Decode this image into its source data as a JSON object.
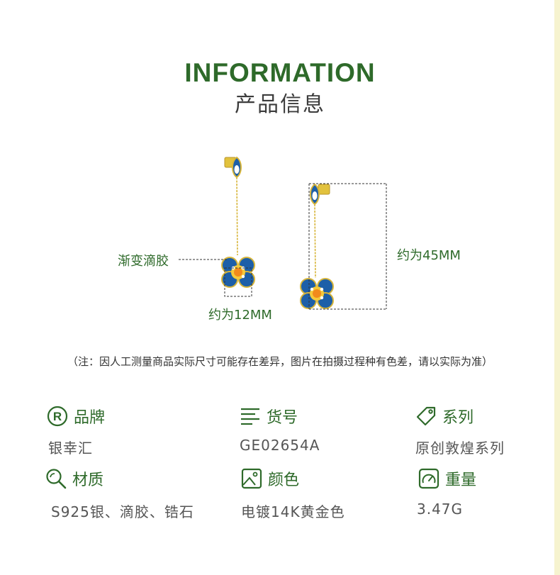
{
  "header": {
    "title_en": "INFORMATION",
    "title_cn": "产品信息"
  },
  "diagram": {
    "enamel_label": "渐变滴胶",
    "flower_size": "约为12MM",
    "length": "约为45MM"
  },
  "note": "（注：因人工测量商品实际尺寸可能存在差异，图片在拍摄过程种有色差，请以实际为准）",
  "specs": [
    {
      "key": "品牌",
      "value": "银幸汇",
      "icon": "registered-icon"
    },
    {
      "key": "货号",
      "value": "GE02654A",
      "icon": "list-lines-icon"
    },
    {
      "key": "系列",
      "value": "原创敦煌系列",
      "icon": "tag-icon"
    },
    {
      "key": "材质",
      "value": "S925银、滴胶、锆石",
      "icon": "search-icon"
    },
    {
      "key": "颜色",
      "value": "电镀14K黄金色",
      "icon": "image-icon"
    },
    {
      "key": "重量",
      "value": "3.47G",
      "icon": "gauge-icon"
    }
  ],
  "colors": {
    "brand_green": "#2e6a2a",
    "gold": "#d7b53a",
    "enamel_blue": "#1d5fa8",
    "stone_orange": "#f28a1c",
    "stripe": "#f6f3cf"
  }
}
